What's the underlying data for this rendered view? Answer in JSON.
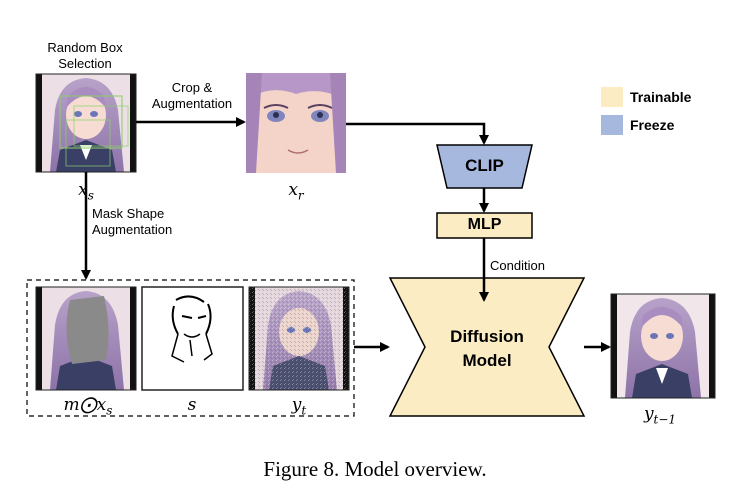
{
  "labels": {
    "random_box": "Random Box Selection",
    "crop_aug": "Crop & Augmentation",
    "mask_shape": "Mask Shape Augmentation",
    "condition": "Condition"
  },
  "math": {
    "xs_base": "x",
    "xs_sub": "s",
    "xr_base": "x",
    "xr_sub": "r",
    "masked_base": "m⨀x",
    "masked_sub": "s",
    "s": "s",
    "yt_base": "y",
    "yt_sub": "t",
    "ytm1_base": "y",
    "ytm1_sub": "t−1"
  },
  "blocks": {
    "clip": "CLIP",
    "mlp": "MLP",
    "diffusion_line1": "Diffusion",
    "diffusion_line2": "Model"
  },
  "legend": {
    "trainable": "Trainable",
    "freeze": "Freeze",
    "trainable_color": "#fbecc3",
    "freeze_color": "#a7b8df"
  },
  "caption": "Figure 8. Model overview."
}
